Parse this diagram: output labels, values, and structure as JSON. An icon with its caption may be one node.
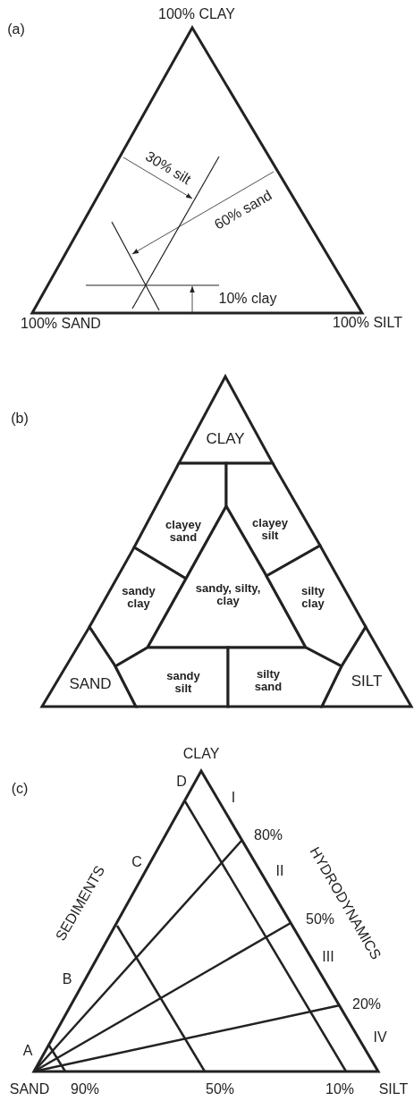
{
  "diagram": {
    "nodes": [
      {
        "text": [
          "CLAY"
        ]
      },
      {
        "text": [
          "clayey sand"
        ]
      },
      {
        "text": [
          "clayey silt"
        ]
      },
      {
        "text": [
          "sandy clay"
        ]
      },
      {
        "text": [
          "sandy, silty, clay"
        ]
      },
      {
        "text": [
          "silty clay"
        ]
      },
      {
        "text": [
          "SAND"
        ]
      },
      {
        "text": [
          "sandy silt"
        ]
      },
      {
        "text": [
          "silty sand"
        ]
      },
      {
        "text": [
          "SILT"
        ]
      }
    ],
    "labels": [
      "(a)",
      "100% CLAY",
      "30% silt",
      "60% sand",
      "10% clay",
      "100% SAND",
      "100% SILT",
      "(b)",
      "(c)",
      "CLAY",
      "D",
      "I",
      "80%",
      "HYDRODYNAMICS",
      "C",
      "SEDIMENTS",
      "II",
      "50%",
      "III",
      "B",
      "20%",
      "IV",
      "A",
      "SAND",
      "90%",
      "50%",
      "10%",
      "SILT"
    ]
  }
}
